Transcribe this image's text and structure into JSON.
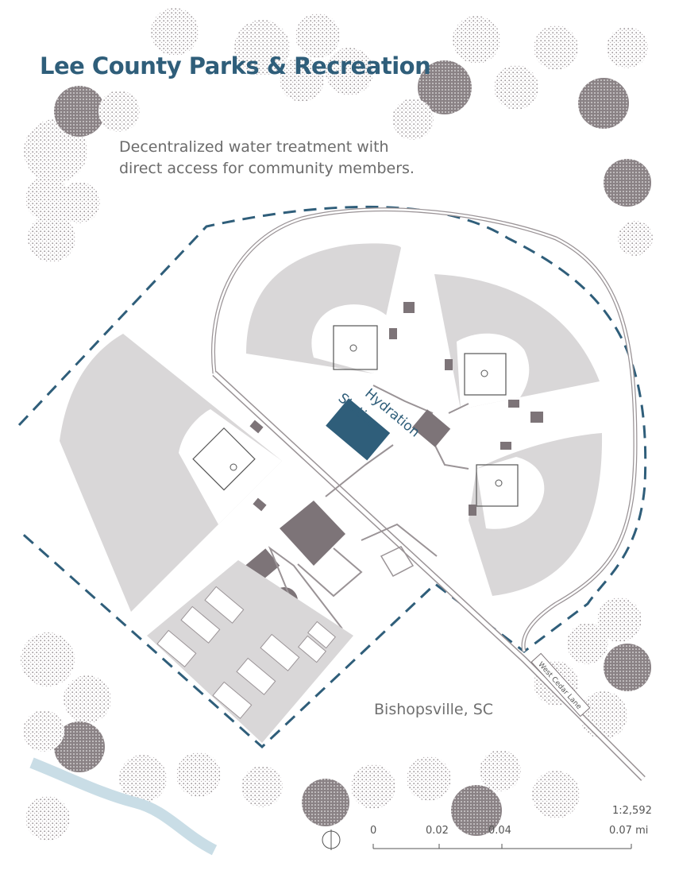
{
  "header": {
    "title": "Lee County Parks & Recreation",
    "subtitle_line1": "Decentralized water treatment with",
    "subtitle_line2": "direct access for community members."
  },
  "map": {
    "feature_label_line1": "Hydration",
    "feature_label_line2": "Station",
    "road_label": "West Cedar Lane",
    "place_label": "Bishopsville, SC",
    "colors": {
      "accent": "#2f5e7a",
      "field": "#d9d7d8",
      "building": "#7d7478",
      "trees": "#8c8589",
      "water": "#c9dde6"
    }
  },
  "scale_bar": {
    "ratio": "1:2,592",
    "ticks": [
      "0",
      "0.02",
      "0.04",
      "0.07 mi"
    ]
  },
  "icons": [
    "north-arrow-icon"
  ]
}
